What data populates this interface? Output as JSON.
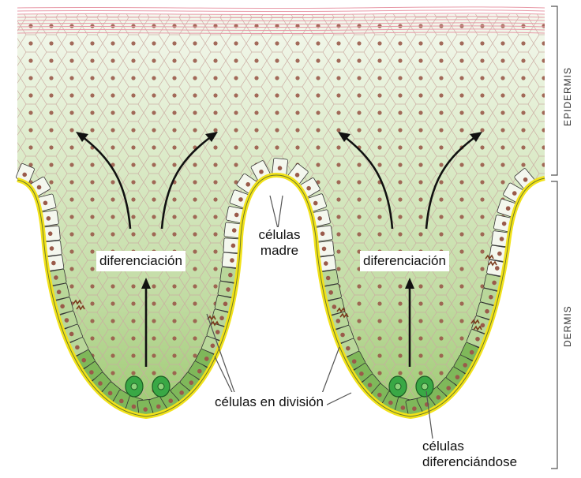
{
  "labels": {
    "differentiation_left": "diferenciación",
    "differentiation_right": "diferenciación",
    "stem_cells_line1": "células",
    "stem_cells_line2": "madre",
    "dividing_cells": "células en división",
    "differentiating_line1": "células",
    "differentiating_line2": "diferenciándose"
  },
  "side_labels": {
    "epidermis": "EPIDERMIS",
    "dermis": "DERMIS"
  },
  "colors": {
    "tissue_light": "#eef5e6",
    "tissue_mid": "#cfe3b4",
    "tissue_dark": "#8fbf63",
    "basement_membrane": "#f2e21a",
    "nucleus": "#9a5a4a",
    "stem_cell_fill": "#f4f7ee",
    "dividing_cell_fill": "#39a845",
    "surface_layer": "#e89aa8",
    "line": "#111111"
  }
}
